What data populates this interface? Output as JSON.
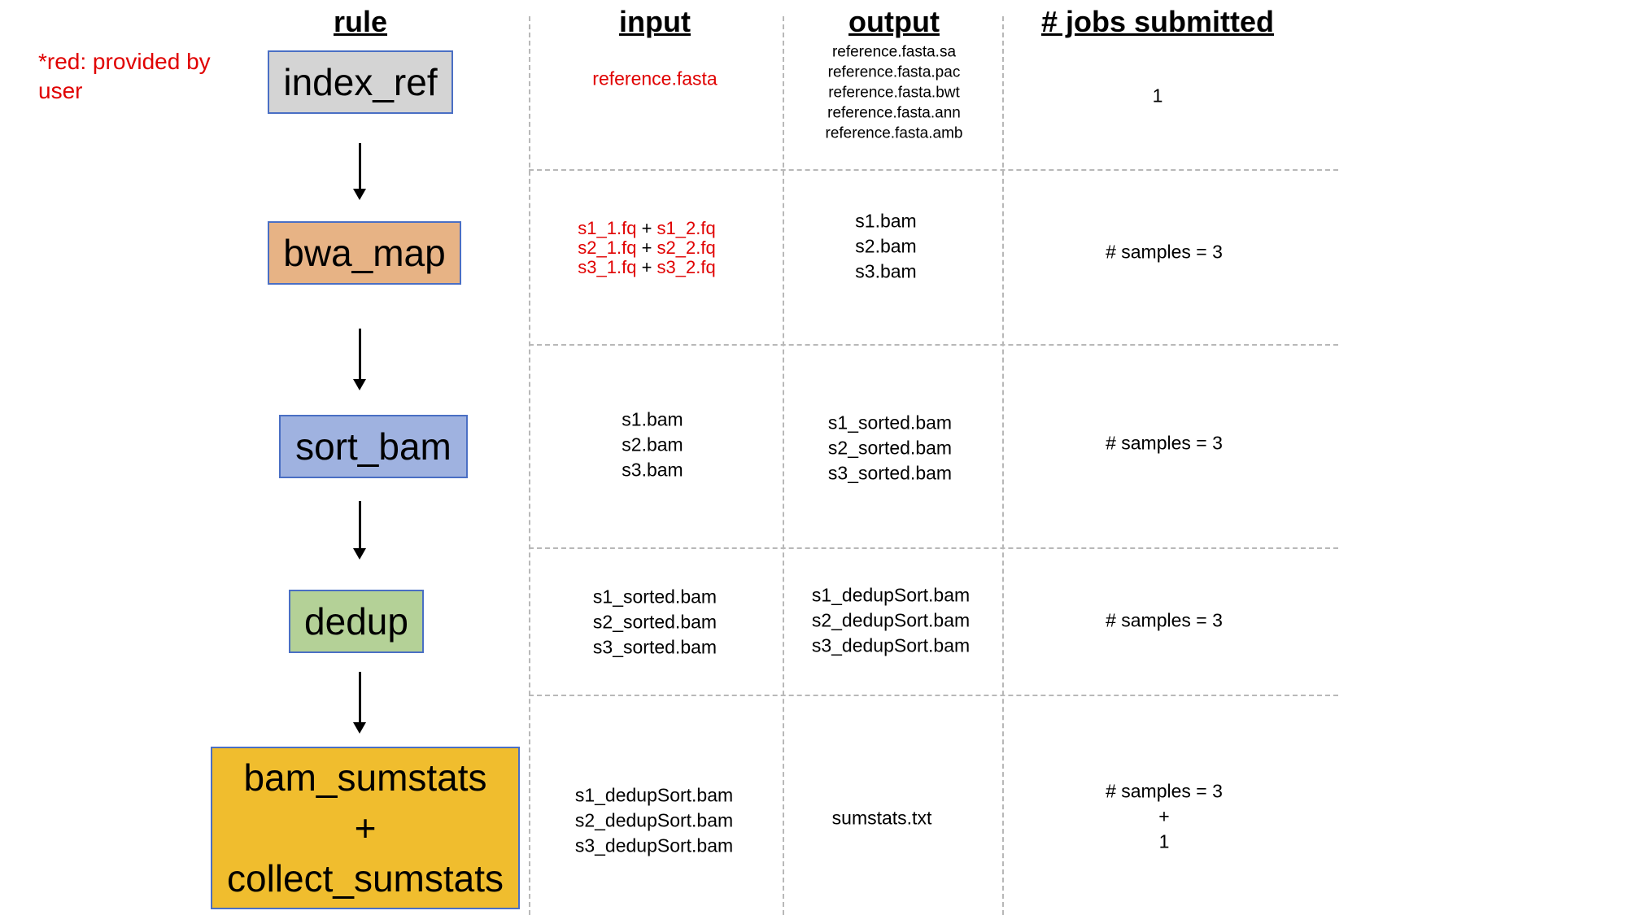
{
  "headers": {
    "rule": "rule",
    "input": "input",
    "output": "output",
    "jobs": "# jobs submitted"
  },
  "note": "*red: provided by user",
  "colors": {
    "user_provided": "#e00000",
    "box_border": "#4a6fc4"
  },
  "rules": [
    {
      "name": "index_ref",
      "color": "#d4d4d4"
    },
    {
      "name": "bwa_map",
      "color": "#e7b385"
    },
    {
      "name": "sort_bam",
      "color": "#9fb2e0"
    },
    {
      "name": "dedup",
      "color": "#b4d197"
    },
    {
      "name_lines": [
        "bam_sumstats",
        "+",
        "collect_sumstats"
      ],
      "color": "#f0bd2e"
    }
  ],
  "rows": [
    {
      "input": [
        "reference.fasta"
      ],
      "output": [
        "reference.fasta.sa",
        "reference.fasta.pac",
        "reference.fasta.bwt",
        "reference.fasta.ann",
        "reference.fasta.amb"
      ],
      "jobs": [
        "1"
      ]
    },
    {
      "input_pairs": [
        {
          "a": "s1_1.fq",
          "plus": "+",
          "b": "s1_2.fq"
        },
        {
          "a": "s2_1.fq",
          "plus": "+",
          "b": "s2_2.fq"
        },
        {
          "a": "s3_1.fq",
          "plus": "+",
          "b": "s3_2.fq"
        }
      ],
      "output": [
        "s1.bam",
        "s2.bam",
        "s3.bam"
      ],
      "jobs": [
        "# samples = 3"
      ]
    },
    {
      "input": [
        "s1.bam",
        "s2.bam",
        "s3.bam"
      ],
      "output": [
        "s1_sorted.bam",
        "s2_sorted.bam",
        "s3_sorted.bam"
      ],
      "jobs": [
        "# samples = 3"
      ]
    },
    {
      "input": [
        "s1_sorted.bam",
        "s2_sorted.bam",
        "s3_sorted.bam"
      ],
      "output": [
        "s1_dedupSort.bam",
        "s2_dedupSort.bam",
        "s3_dedupSort.bam"
      ],
      "jobs": [
        "# samples = 3"
      ]
    },
    {
      "input": [
        "s1_dedupSort.bam",
        "s2_dedupSort.bam",
        "s3_dedupSort.bam"
      ],
      "output": [
        "sumstats.txt"
      ],
      "jobs": [
        "# samples = 3",
        "+",
        "1"
      ]
    }
  ]
}
